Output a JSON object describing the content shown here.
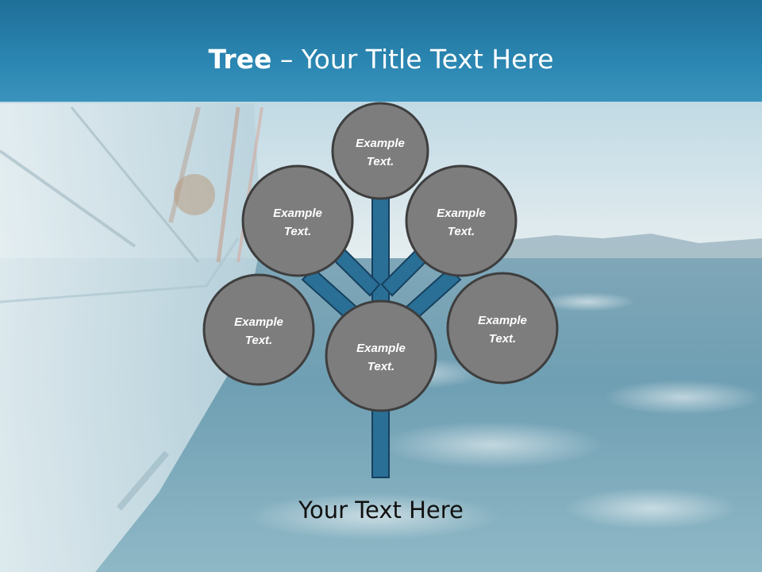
{
  "title": {
    "bold": "Tree",
    "separator": " – ",
    "rest": "Your Title Text Here"
  },
  "bubbles": [
    {
      "line1": "Example",
      "line2": "Text."
    },
    {
      "line1": "Example",
      "line2": "Text."
    },
    {
      "line1": "Example",
      "line2": "Text."
    },
    {
      "line1": "Example",
      "line2": "Text."
    },
    {
      "line1": "Example",
      "line2": "Text."
    },
    {
      "line1": "Example",
      "line2": "Text."
    }
  ],
  "caption": "Your Text Here",
  "colors": {
    "title_bar": "#2a7fa8",
    "branch_fill": "#2a6f96",
    "branch_stroke": "#16405e",
    "bubble_fill": "#7d7d7d",
    "bubble_stroke": "#3e3e3e",
    "bubble_text": "#ffffff"
  }
}
